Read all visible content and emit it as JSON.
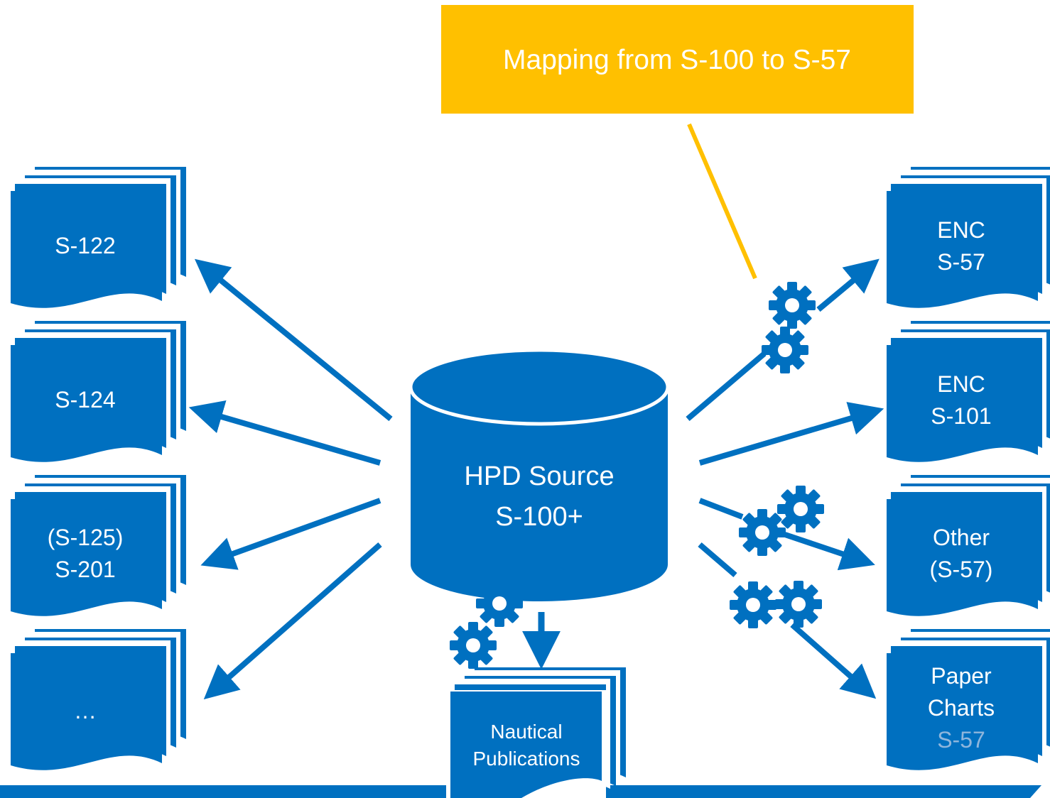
{
  "callout": {
    "text": "Mapping from S-100 to S-57",
    "color": "#FFC000"
  },
  "source": {
    "line1": "HPD Source",
    "line2": "S-100+"
  },
  "left_products": [
    {
      "lines": [
        "S-122"
      ]
    },
    {
      "lines": [
        "S-124"
      ]
    },
    {
      "lines": [
        "(S-125)",
        "S-201"
      ]
    },
    {
      "lines": [
        "…"
      ]
    }
  ],
  "right_products": [
    {
      "lines": [
        "ENC",
        "S-57"
      ]
    },
    {
      "lines": [
        "ENC",
        "S-101"
      ]
    },
    {
      "lines": [
        "Other",
        "(S-57)"
      ]
    },
    {
      "lines": [
        "Paper",
        "Charts",
        "S-57"
      ]
    }
  ],
  "bottom_product": {
    "line1": "Nautical",
    "line2": "Publications"
  },
  "colors": {
    "primary": "#0070C0",
    "faded_text": "#8FB6DC",
    "background": "#FFFFFF"
  },
  "icons": [
    "gear-icon",
    "database-icon",
    "document-stack-icon",
    "arrow-icon"
  ]
}
